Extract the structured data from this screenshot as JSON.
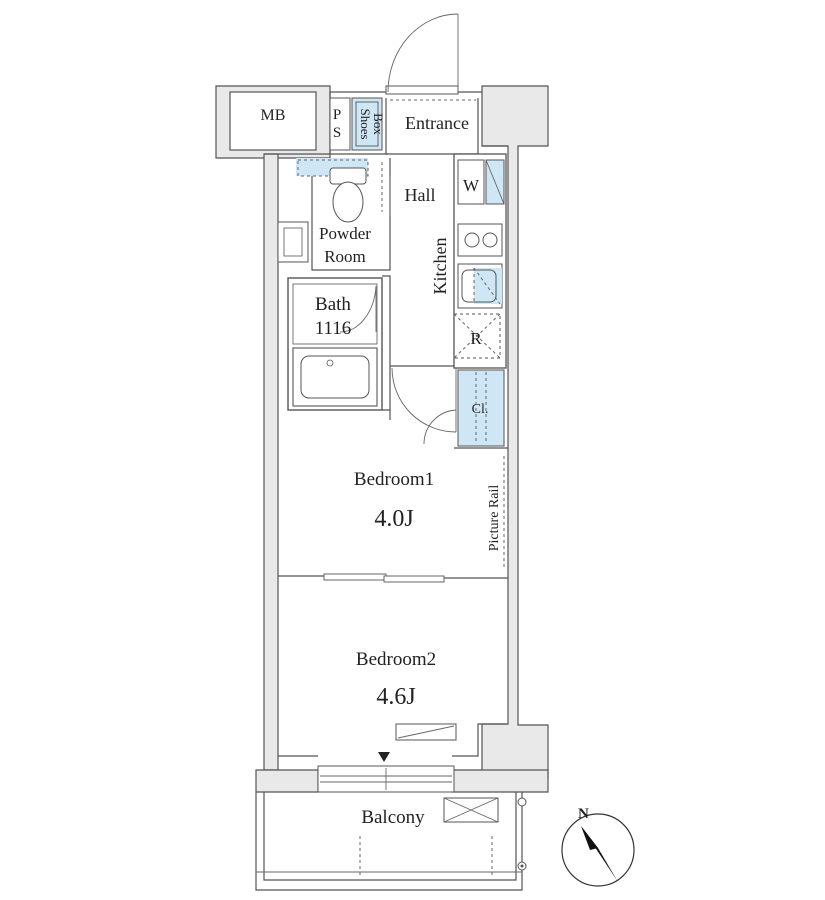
{
  "rooms": {
    "mb": "MB",
    "ps_p": "P",
    "ps_s": "S",
    "shoes_1": "Shoes",
    "shoes_2": "Box",
    "entrance": "Entrance",
    "hall": "Hall",
    "washer": "W",
    "powder_1": "Powder",
    "powder_2": "Room",
    "kitchen": "Kitchen",
    "bath_1": "Bath",
    "bath_2": "1116",
    "refrigerator": "R",
    "closet": "Cl.",
    "bedroom1_name": "Bedroom1",
    "bedroom1_size": "4.0J",
    "picture_rail": "Picture Rail",
    "bedroom2_name": "Bedroom2",
    "bedroom2_size": "4.6J",
    "balcony": "Balcony"
  },
  "compass": {
    "north": "N"
  }
}
